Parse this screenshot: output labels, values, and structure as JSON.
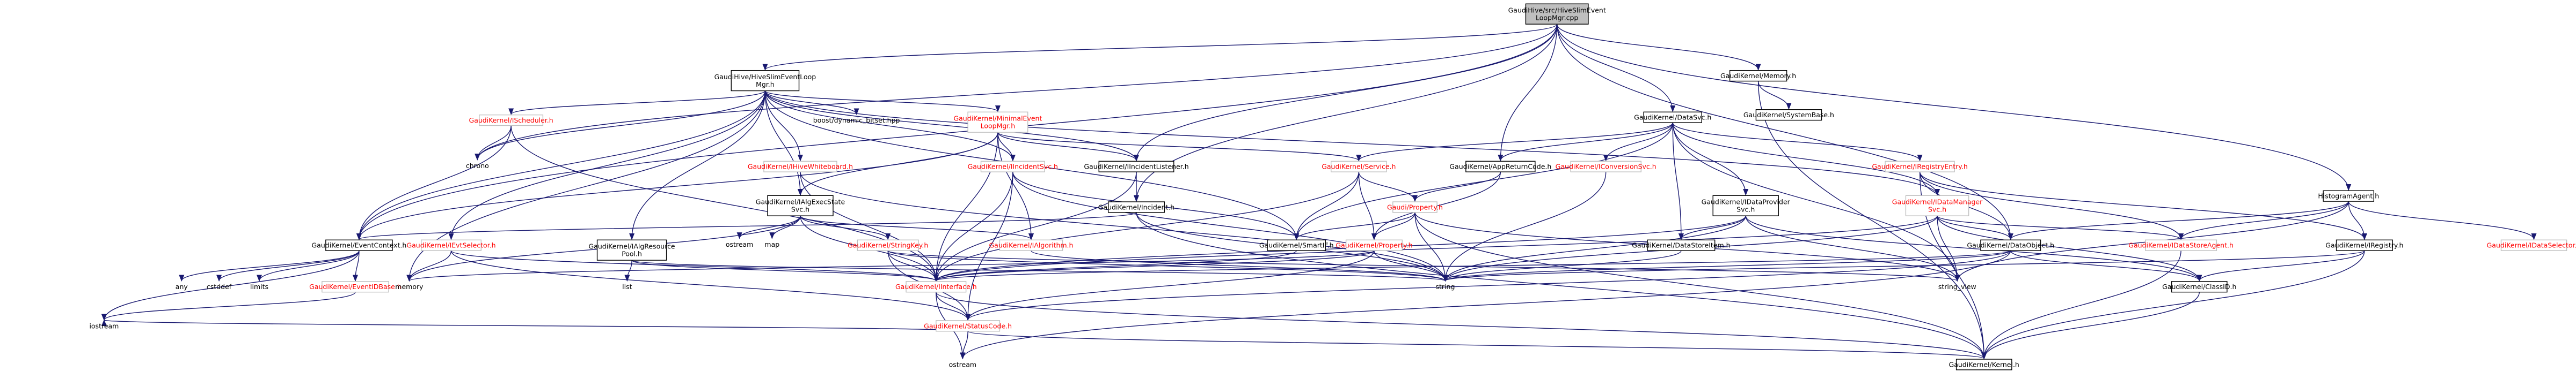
{
  "nodes": [
    {
      "id": "root",
      "lines": [
        "GaudiHive/src/HiveSlimEvent",
        "LoopMgr.cpp"
      ],
      "style": "root"
    },
    {
      "id": "hiveslim",
      "lines": [
        "GaudiHive/HiveSlimEventLoop",
        "Mgr.h"
      ],
      "style": "normal"
    },
    {
      "id": "memory_h",
      "lines": [
        "GaudiKernel/Memory.h"
      ],
      "style": "normal"
    },
    {
      "id": "systembase",
      "lines": [
        "GaudiKernel/SystemBase.h"
      ],
      "style": "normal"
    },
    {
      "id": "ischeduler",
      "lines": [
        "GaudiKernel/IScheduler.h"
      ],
      "style": "red"
    },
    {
      "id": "chrono",
      "lines": [
        "chrono"
      ],
      "style": "plain"
    },
    {
      "id": "dynbitset",
      "lines": [
        "boost/dynamic_bitset.hpp"
      ],
      "style": "plain"
    },
    {
      "id": "minimal",
      "lines": [
        "GaudiKernel/MinimalEvent",
        "LoopMgr.h"
      ],
      "style": "red"
    },
    {
      "id": "datasvc",
      "lines": [
        "GaudiKernel/DataSvc.h"
      ],
      "style": "normal"
    },
    {
      "id": "ihivewb",
      "lines": [
        "GaudiKernel/IHiveWhiteboard.h"
      ],
      "style": "red"
    },
    {
      "id": "iincsvc",
      "lines": [
        "GaudiKernel/IIncidentSvc.h"
      ],
      "style": "red"
    },
    {
      "id": "iinclist",
      "lines": [
        "GaudiKernel/IIncidentListener.h"
      ],
      "style": "normal"
    },
    {
      "id": "service",
      "lines": [
        "GaudiKernel/Service.h"
      ],
      "style": "red"
    },
    {
      "id": "appret",
      "lines": [
        "GaudiKernel/AppReturnCode.h"
      ],
      "style": "normal"
    },
    {
      "id": "iconvsvc",
      "lines": [
        "GaudiKernel/IConversionSvc.h"
      ],
      "style": "red"
    },
    {
      "id": "iregentry",
      "lines": [
        "GaudiKernel/IRegistryEntry.h"
      ],
      "style": "red"
    },
    {
      "id": "iexecstate",
      "lines": [
        "GaudiKernel/IAlgExecState",
        "Svc.h"
      ],
      "style": "normal"
    },
    {
      "id": "incident",
      "lines": [
        "GaudiKernel/Incident.h"
      ],
      "style": "normal"
    },
    {
      "id": "property",
      "lines": [
        "Gaudi/Property.h"
      ],
      "style": "red"
    },
    {
      "id": "idataprov",
      "lines": [
        "GaudiKernel/IDataProvider",
        "Svc.h"
      ],
      "style": "normal"
    },
    {
      "id": "idatamgr",
      "lines": [
        "GaudiKernel/IDataManager",
        "Svc.h"
      ],
      "style": "red"
    },
    {
      "id": "histoagent",
      "lines": [
        "HistogramAgent.h"
      ],
      "style": "normal"
    },
    {
      "id": "evtctx",
      "lines": [
        "GaudiKernel/EventContext.h"
      ],
      "style": "normal"
    },
    {
      "id": "ievtsel",
      "lines": [
        "GaudiKernel/IEvtSelector.h"
      ],
      "style": "red"
    },
    {
      "id": "ialgres",
      "lines": [
        "GaudiKernel/IAlgResource",
        "Pool.h"
      ],
      "style": "normal"
    },
    {
      "id": "ostream_n",
      "lines": [
        "ostream"
      ],
      "style": "plain"
    },
    {
      "id": "map_n",
      "lines": [
        "map"
      ],
      "style": "plain"
    },
    {
      "id": "stringkey",
      "lines": [
        "GaudiKernel/StringKey.h"
      ],
      "style": "red"
    },
    {
      "id": "ialgorithm",
      "lines": [
        "GaudiKernel/IAlgorithm.h"
      ],
      "style": "red"
    },
    {
      "id": "smartif",
      "lines": [
        "GaudiKernel/SmartIF.h"
      ],
      "style": "normal"
    },
    {
      "id": "gkproperty",
      "lines": [
        "GaudiKernel/Property.h"
      ],
      "style": "red"
    },
    {
      "id": "dsitem",
      "lines": [
        "GaudiKernel/DataStoreItem.h"
      ],
      "style": "normal"
    },
    {
      "id": "dataobject",
      "lines": [
        "GaudiKernel/DataObject.h"
      ],
      "style": "normal"
    },
    {
      "id": "idatastoreagent",
      "lines": [
        "GaudiKernel/IDataStoreAgent.h"
      ],
      "style": "red"
    },
    {
      "id": "iregistry",
      "lines": [
        "GaudiKernel/IRegistry.h"
      ],
      "style": "normal"
    },
    {
      "id": "idatasel",
      "lines": [
        "GaudiKernel/IDataSelector.h"
      ],
      "style": "red"
    },
    {
      "id": "any",
      "lines": [
        "any"
      ],
      "style": "plain"
    },
    {
      "id": "cstddef",
      "lines": [
        "cstddef"
      ],
      "style": "plain"
    },
    {
      "id": "limits",
      "lines": [
        "limits"
      ],
      "style": "plain"
    },
    {
      "id": "eventidbase",
      "lines": [
        "GaudiKernel/EventIDBase.h"
      ],
      "style": "red"
    },
    {
      "id": "memory_std",
      "lines": [
        "memory"
      ],
      "style": "plain"
    },
    {
      "id": "list_n",
      "lines": [
        "list"
      ],
      "style": "plain"
    },
    {
      "id": "iinterface",
      "lines": [
        "GaudiKernel/IInterface.h"
      ],
      "style": "red"
    },
    {
      "id": "string_n",
      "lines": [
        "string"
      ],
      "style": "plain"
    },
    {
      "id": "string_view",
      "lines": [
        "string_view"
      ],
      "style": "plain"
    },
    {
      "id": "classid",
      "lines": [
        "GaudiKernel/ClassID.h"
      ],
      "style": "normal"
    },
    {
      "id": "iostream_n",
      "lines": [
        "iostream"
      ],
      "style": "plain"
    },
    {
      "id": "statuscode",
      "lines": [
        "GaudiKernel/StatusCode.h"
      ],
      "style": "red"
    },
    {
      "id": "ostream2",
      "lines": [
        "ostream"
      ],
      "style": "plain"
    },
    {
      "id": "kernel",
      "lines": [
        "GaudiKernel/Kernel.h"
      ],
      "style": "normal"
    }
  ],
  "edges": [
    [
      "root",
      "hiveslim"
    ],
    [
      "root",
      "memory_h"
    ],
    [
      "root",
      "chrono"
    ],
    [
      "root",
      "evtctx"
    ],
    [
      "root",
      "appret"
    ],
    [
      "root",
      "datasvc"
    ],
    [
      "root",
      "incident"
    ],
    [
      "root",
      "iinclist"
    ],
    [
      "root",
      "dataobject"
    ],
    [
      "root",
      "histoagent"
    ],
    [
      "memory_h",
      "systembase"
    ],
    [
      "memory_h",
      "kernel"
    ],
    [
      "hiveslim",
      "ischeduler"
    ],
    [
      "hiveslim",
      "chrono"
    ],
    [
      "hiveslim",
      "dynbitset"
    ],
    [
      "hiveslim",
      "minimal"
    ],
    [
      "hiveslim",
      "ihivewb"
    ],
    [
      "hiveslim",
      "iincsvc"
    ],
    [
      "hiveslim",
      "iinclist"
    ],
    [
      "hiveslim",
      "iexecstate"
    ],
    [
      "hiveslim",
      "evtctx"
    ],
    [
      "hiveslim",
      "ievtsel"
    ],
    [
      "hiveslim",
      "ialgres"
    ],
    [
      "hiveslim",
      "idatamgr"
    ],
    [
      "hiveslim",
      "memory_std"
    ],
    [
      "hiveslim",
      "smartif"
    ],
    [
      "ischeduler",
      "chrono"
    ],
    [
      "ischeduler",
      "evtctx"
    ],
    [
      "ischeduler",
      "iinterface"
    ],
    [
      "minimal",
      "iincsvc"
    ],
    [
      "minimal",
      "iinclist"
    ],
    [
      "minimal",
      "service"
    ],
    [
      "minimal",
      "iexecstate"
    ],
    [
      "minimal",
      "ialgorithm"
    ],
    [
      "minimal",
      "evtctx"
    ],
    [
      "minimal",
      "iinterface"
    ],
    [
      "datasvc",
      "service"
    ],
    [
      "datasvc",
      "appret"
    ],
    [
      "datasvc",
      "iconvsvc"
    ],
    [
      "datasvc",
      "iregentry"
    ],
    [
      "datasvc",
      "idataprov"
    ],
    [
      "datasvc",
      "idatamgr"
    ],
    [
      "datasvc",
      "dsitem"
    ],
    [
      "datasvc",
      "smartif"
    ],
    [
      "datasvc",
      "string_view"
    ],
    [
      "ihivewb",
      "iinterface"
    ],
    [
      "ihivewb",
      "string_n"
    ],
    [
      "iincsvc",
      "iinterface"
    ],
    [
      "iincsvc",
      "string_n"
    ],
    [
      "iincsvc",
      "smartif"
    ],
    [
      "iincsvc",
      "statuscode"
    ],
    [
      "iinclist",
      "incident"
    ],
    [
      "iinclist",
      "iinterface"
    ],
    [
      "service",
      "property"
    ],
    [
      "service",
      "smartif"
    ],
    [
      "service",
      "gkproperty"
    ],
    [
      "service",
      "iinterface"
    ],
    [
      "appret",
      "property"
    ],
    [
      "appret",
      "gkproperty"
    ],
    [
      "iconvsvc",
      "string_n"
    ],
    [
      "iregentry",
      "dataobject"
    ],
    [
      "iregentry",
      "idatastoreagent"
    ],
    [
      "iregentry",
      "iregistry"
    ],
    [
      "iregentry",
      "kernel"
    ],
    [
      "iexecstate",
      "ostream_n"
    ],
    [
      "iexecstate",
      "map_n"
    ],
    [
      "iexecstate",
      "iinterface"
    ],
    [
      "iexecstate",
      "stringkey"
    ],
    [
      "iexecstate",
      "ialgorithm"
    ],
    [
      "iexecstate",
      "memory_std"
    ],
    [
      "incident",
      "evtctx"
    ],
    [
      "incident",
      "string_n"
    ],
    [
      "incident",
      "kernel"
    ],
    [
      "property",
      "smartif"
    ],
    [
      "property",
      "gkproperty"
    ],
    [
      "property",
      "string_n"
    ],
    [
      "property",
      "string_view"
    ],
    [
      "property",
      "kernel"
    ],
    [
      "idataprov",
      "dsitem"
    ],
    [
      "idataprov",
      "iinterface"
    ],
    [
      "idataprov",
      "string_n"
    ],
    [
      "idataprov",
      "string_view"
    ],
    [
      "idataprov",
      "classid"
    ],
    [
      "idatamgr",
      "dataobject"
    ],
    [
      "idatamgr",
      "iinterface"
    ],
    [
      "idatamgr",
      "string_n"
    ],
    [
      "idatamgr",
      "string_view"
    ],
    [
      "idatamgr",
      "classid"
    ],
    [
      "idatamgr",
      "idatastoreagent"
    ],
    [
      "histoagent",
      "iregistry"
    ],
    [
      "histoagent",
      "idatastoreagent"
    ],
    [
      "histoagent",
      "idatasel"
    ],
    [
      "histoagent",
      "dataobject"
    ],
    [
      "histoagent",
      "string_view"
    ],
    [
      "evtctx",
      "any"
    ],
    [
      "evtctx",
      "cstddef"
    ],
    [
      "evtctx",
      "limits"
    ],
    [
      "evtctx",
      "eventidbase"
    ],
    [
      "evtctx",
      "iostream_n"
    ],
    [
      "eventidbase",
      "iostream_n"
    ],
    [
      "ievtsel",
      "iinterface"
    ],
    [
      "ievtsel",
      "statuscode"
    ],
    [
      "ievtsel",
      "memory_std"
    ],
    [
      "ialgres",
      "list_n"
    ],
    [
      "ialgres",
      "iinterface"
    ],
    [
      "ialgres",
      "string_n"
    ],
    [
      "stringkey",
      "string_n"
    ],
    [
      "stringkey",
      "iinterface"
    ],
    [
      "stringkey",
      "statuscode"
    ],
    [
      "stringkey",
      "string_view"
    ],
    [
      "ialgorithm",
      "string_n"
    ],
    [
      "smartif",
      "iinterface"
    ],
    [
      "gkproperty",
      "memory_std"
    ],
    [
      "gkproperty",
      "iinterface"
    ],
    [
      "gkproperty",
      "string_n"
    ],
    [
      "gkproperty",
      "statuscode"
    ],
    [
      "dsitem",
      "string_n"
    ],
    [
      "dataobject",
      "classid"
    ],
    [
      "dataobject",
      "statuscode"
    ],
    [
      "dataobject",
      "iinterface"
    ],
    [
      "dataobject",
      "ostream2"
    ],
    [
      "dataobject",
      "string_n"
    ],
    [
      "idatastoreagent",
      "kernel"
    ],
    [
      "iregistry",
      "string_n"
    ],
    [
      "iregistry",
      "kernel"
    ],
    [
      "iregistry",
      "classid"
    ],
    [
      "iinterface",
      "statuscode"
    ],
    [
      "iinterface",
      "ostream2"
    ],
    [
      "iinterface",
      "kernel"
    ],
    [
      "classid",
      "kernel"
    ],
    [
      "statuscode",
      "iostream_n"
    ],
    [
      "statuscode",
      "ostream2"
    ],
    [
      "statuscode",
      "kernel"
    ]
  ],
  "edge_color": "#191970",
  "root_fill": "#bfbfbf",
  "red_text_color": "#ff0000"
}
